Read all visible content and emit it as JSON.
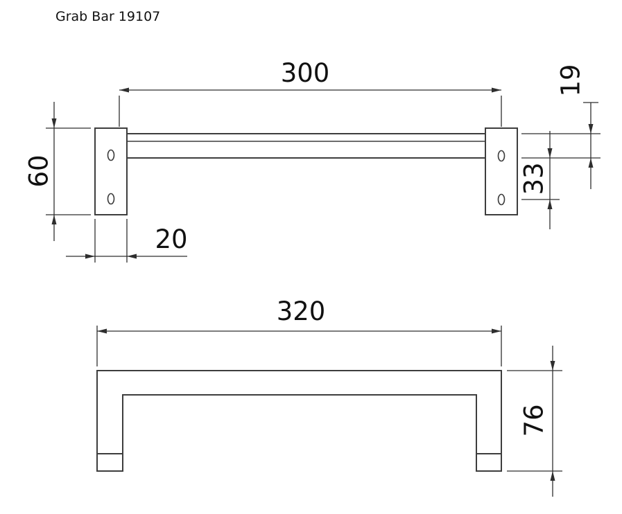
{
  "title": "Grab Bar 19107",
  "colors": {
    "object_line": "#3d3d3d",
    "dimension_line": "#2e2e2e",
    "text": "#111111",
    "background": "#ffffff"
  },
  "dimensions": {
    "front_view": {
      "bar_center_distance": "300",
      "bar_height": "19",
      "plate_height": "60",
      "hole_offset": "33",
      "plate_width": "20"
    },
    "plan_view": {
      "overall_width": "320",
      "overall_depth": "76"
    }
  }
}
